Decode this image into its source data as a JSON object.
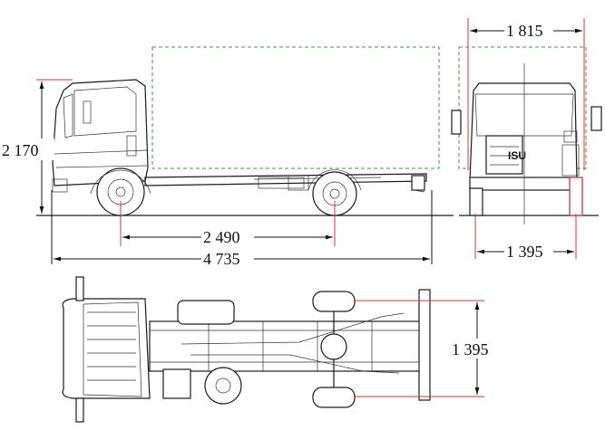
{
  "dimensions": {
    "height_total": "2 170",
    "wheelbase": "2 490",
    "length_total": "4 735",
    "width_cab": "1 815",
    "track_rear_front_view": "1 395",
    "track_rear_top_view": "1 395"
  },
  "cab_badge": "ISU"
}
